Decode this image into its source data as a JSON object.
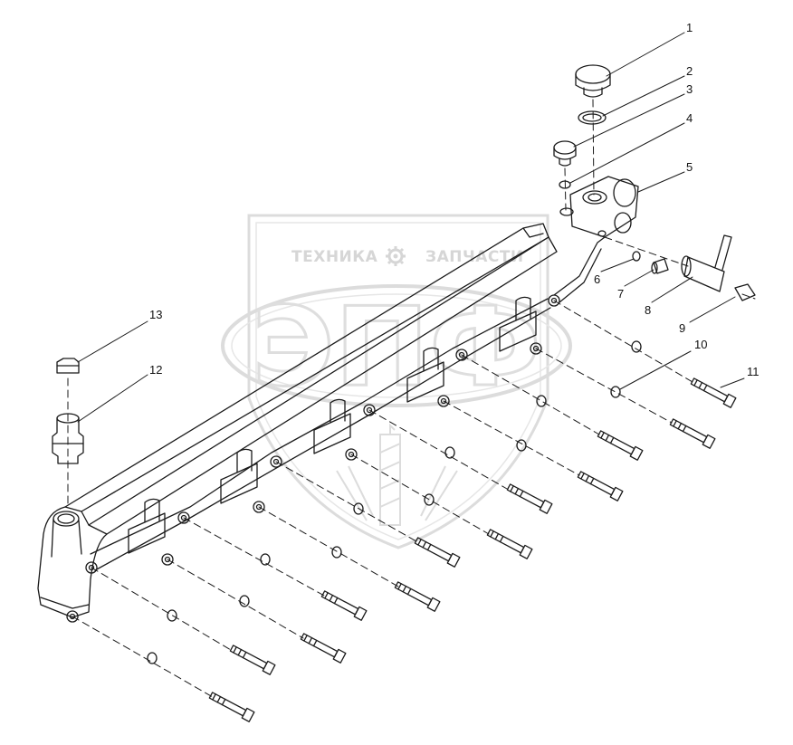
{
  "watermark": {
    "brand_left": "ТЕХНИКА",
    "brand_right": "ЗАПЧАСТИ",
    "monogram": "ЭПФ",
    "gear_icon": "gear-icon",
    "emblem_icon": "wheat-sheaf-icon"
  },
  "callouts": [
    "1",
    "2",
    "3",
    "4",
    "5",
    "6",
    "7",
    "8",
    "9",
    "10",
    "11",
    "12",
    "13"
  ],
  "colors": {
    "line": "#1a1a1a",
    "watermark": "#d6d6d6",
    "background": "#ffffff"
  }
}
